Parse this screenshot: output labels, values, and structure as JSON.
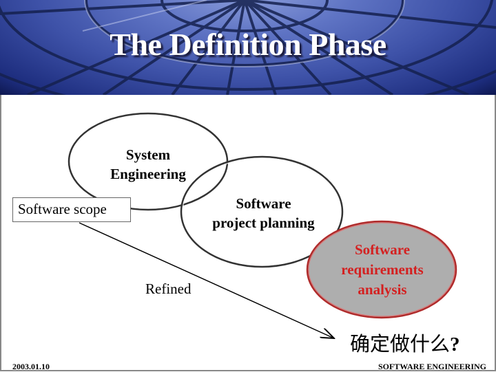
{
  "slide": {
    "title": "The Definition Phase",
    "colors": {
      "header_blue": "#3e52a8",
      "highlight_red": "#d42020",
      "highlight_fill": "#b0b0b0"
    }
  },
  "diagram": {
    "nodes": [
      {
        "id": "system-engineering",
        "label_lines": [
          "System",
          "Engineering"
        ],
        "highlighted": false
      },
      {
        "id": "software-project-planning",
        "label_lines": [
          "Software",
          "project planning"
        ],
        "highlighted": false
      },
      {
        "id": "software-requirements-analysis",
        "label_lines": [
          "Software",
          "requirements",
          "analysis"
        ],
        "highlighted": true
      }
    ],
    "scope_box": {
      "label": "Software scope"
    },
    "arrow_label": "Refined",
    "question": "确定做什么",
    "question_mark": "?"
  },
  "footer": {
    "date": "2003.01.10",
    "course": "SOFTWARE ENGINEERING"
  }
}
